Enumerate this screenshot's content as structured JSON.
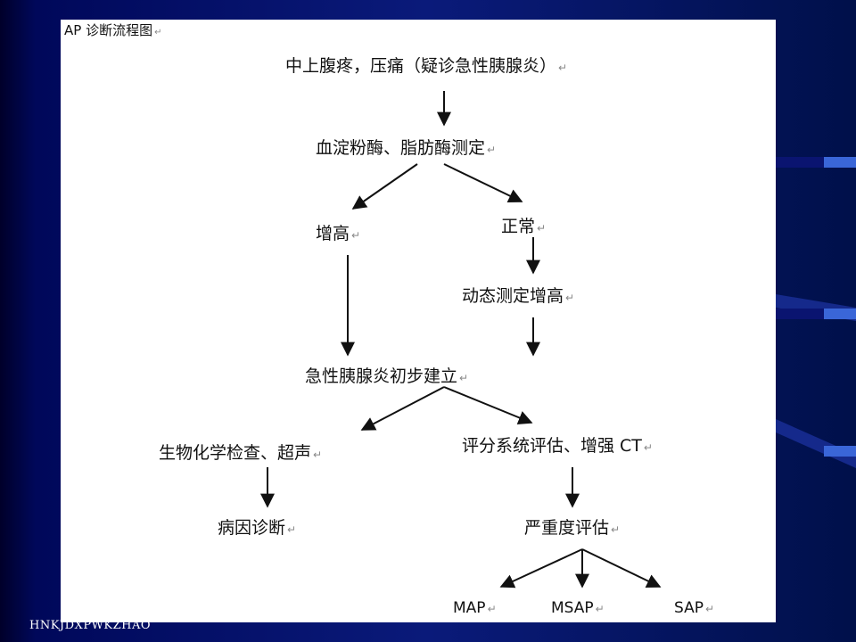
{
  "diagram": {
    "title": "AP 诊断流程图",
    "return_mark": "↵",
    "nodes": {
      "start": "中上腹疼，压痛（疑诊急性胰腺炎）",
      "test": "血淀粉酶、脂肪酶测定",
      "elevated": "增高",
      "normal": "正常",
      "dynamic": "动态测定增高",
      "established": "急性胰腺炎初步建立",
      "biochem": "生物化学检查、超声",
      "scoring": "评分系统评估、增强 CT",
      "etiology": "病因诊断",
      "severity": "严重度评估",
      "map": "MAP",
      "msap": "MSAP",
      "sap": "SAP"
    }
  },
  "footer": {
    "text": "HNKJDXPWKZHAO"
  },
  "colors": {
    "slide_background": "#000044",
    "panel": "#ffffff",
    "arrow": "#111111",
    "accent_stripe": "#3a66d8"
  }
}
